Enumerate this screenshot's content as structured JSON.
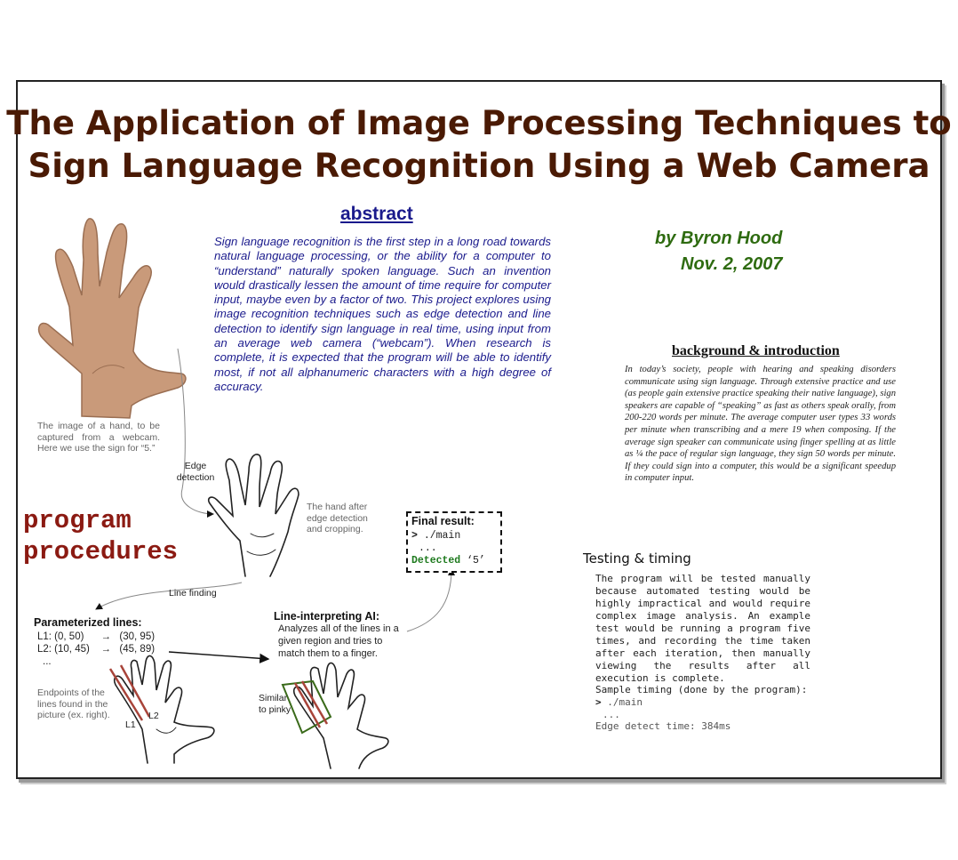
{
  "title": {
    "line1": "The Application of Image Processing Techniques to",
    "line2": "Sign Language Recognition Using a Web Camera"
  },
  "abstract": {
    "heading": "abstract",
    "text": "Sign language recognition is the first step in a long road towards natural language processing, or the ability for a computer to “understand” naturally spoken language. Such an invention would drastically lessen the amount of time require for computer input, maybe even by a factor of two. This project explores using image recognition techniques such as edge detection and line detection to identify sign language in real time, using input from an average web camera (“webcam”). When research is complete, it is expected that the program will be able to identify most, if not all alphanumeric characters with a high degree of accuracy."
  },
  "author": {
    "name": "by Byron Hood",
    "date": "Nov. 2, 2007"
  },
  "background": {
    "heading": "background & introduction",
    "text": "In today’s society, people with hearing and speaking disorders communicate using sign language. Through extensive practice and use (as people gain extensive practice speaking their native language), sign speakers are capable of “speaking” as fast as others speak orally, from 200-220 words per minute. The average computer user types 33 words per minute when transcribing and a mere 19 when composing. If the average sign speaker can communicate using finger spelling at as little as ¼ the pace of regular sign language, they sign 50 words per minute. If they could sign into a computer, this would be a significant speedup in computer input."
  },
  "procedures": {
    "heading_line1": "program",
    "heading_line2": "procedures",
    "hand_caption": "The image of a hand, to be captured from a webcam. Here we use the sign for “5.”",
    "edge_label_1": "Edge",
    "edge_label_2": "detection",
    "edge_caption": "The hand after edge detection and cropping.",
    "final_title": "Final result:",
    "final_cmd_prompt": ">",
    "final_cmd": "./main",
    "final_dots": "...",
    "final_detected": "Detected",
    "final_value": "‘5’",
    "line_finding": "Line finding",
    "param_title": "Parameterized lines:",
    "param_lines": [
      {
        "label": "L1: (0, 50)",
        "arrow": "→",
        "end": "(30, 95)"
      },
      {
        "label": "L2: (10, 45)",
        "arrow": "→",
        "end": "(45, 89)"
      }
    ],
    "param_dots": "...",
    "endpoints_caption": "Endpoints of the lines found in the picture (ex. right).",
    "l1": "L1",
    "l2": "L2",
    "ai_title": "Line-interpreting AI:",
    "ai_text": "Analyzes all of the lines in a given region and tries to match them to a finger.",
    "similar_1": "Similar",
    "similar_2": "to pinky"
  },
  "testing": {
    "heading": "Testing & timing",
    "text": "The program will be tested manually because automated testing would be highly impractical and would require complex image analysis. An example test would be running a program five times, and recording the time taken after each iteration, then manually viewing the results after all execution is complete.",
    "sample_label": "Sample timing (done by the program):",
    "prompt": ">",
    "cmd": "./main",
    "dots": "...",
    "output": "Edge detect time: 384ms"
  },
  "colors": {
    "title": "#4a1a04",
    "abstract": "#1a1a8c",
    "author": "#2e6b10",
    "procedures": "#8b1a12",
    "detected": "#1e7a1e"
  }
}
